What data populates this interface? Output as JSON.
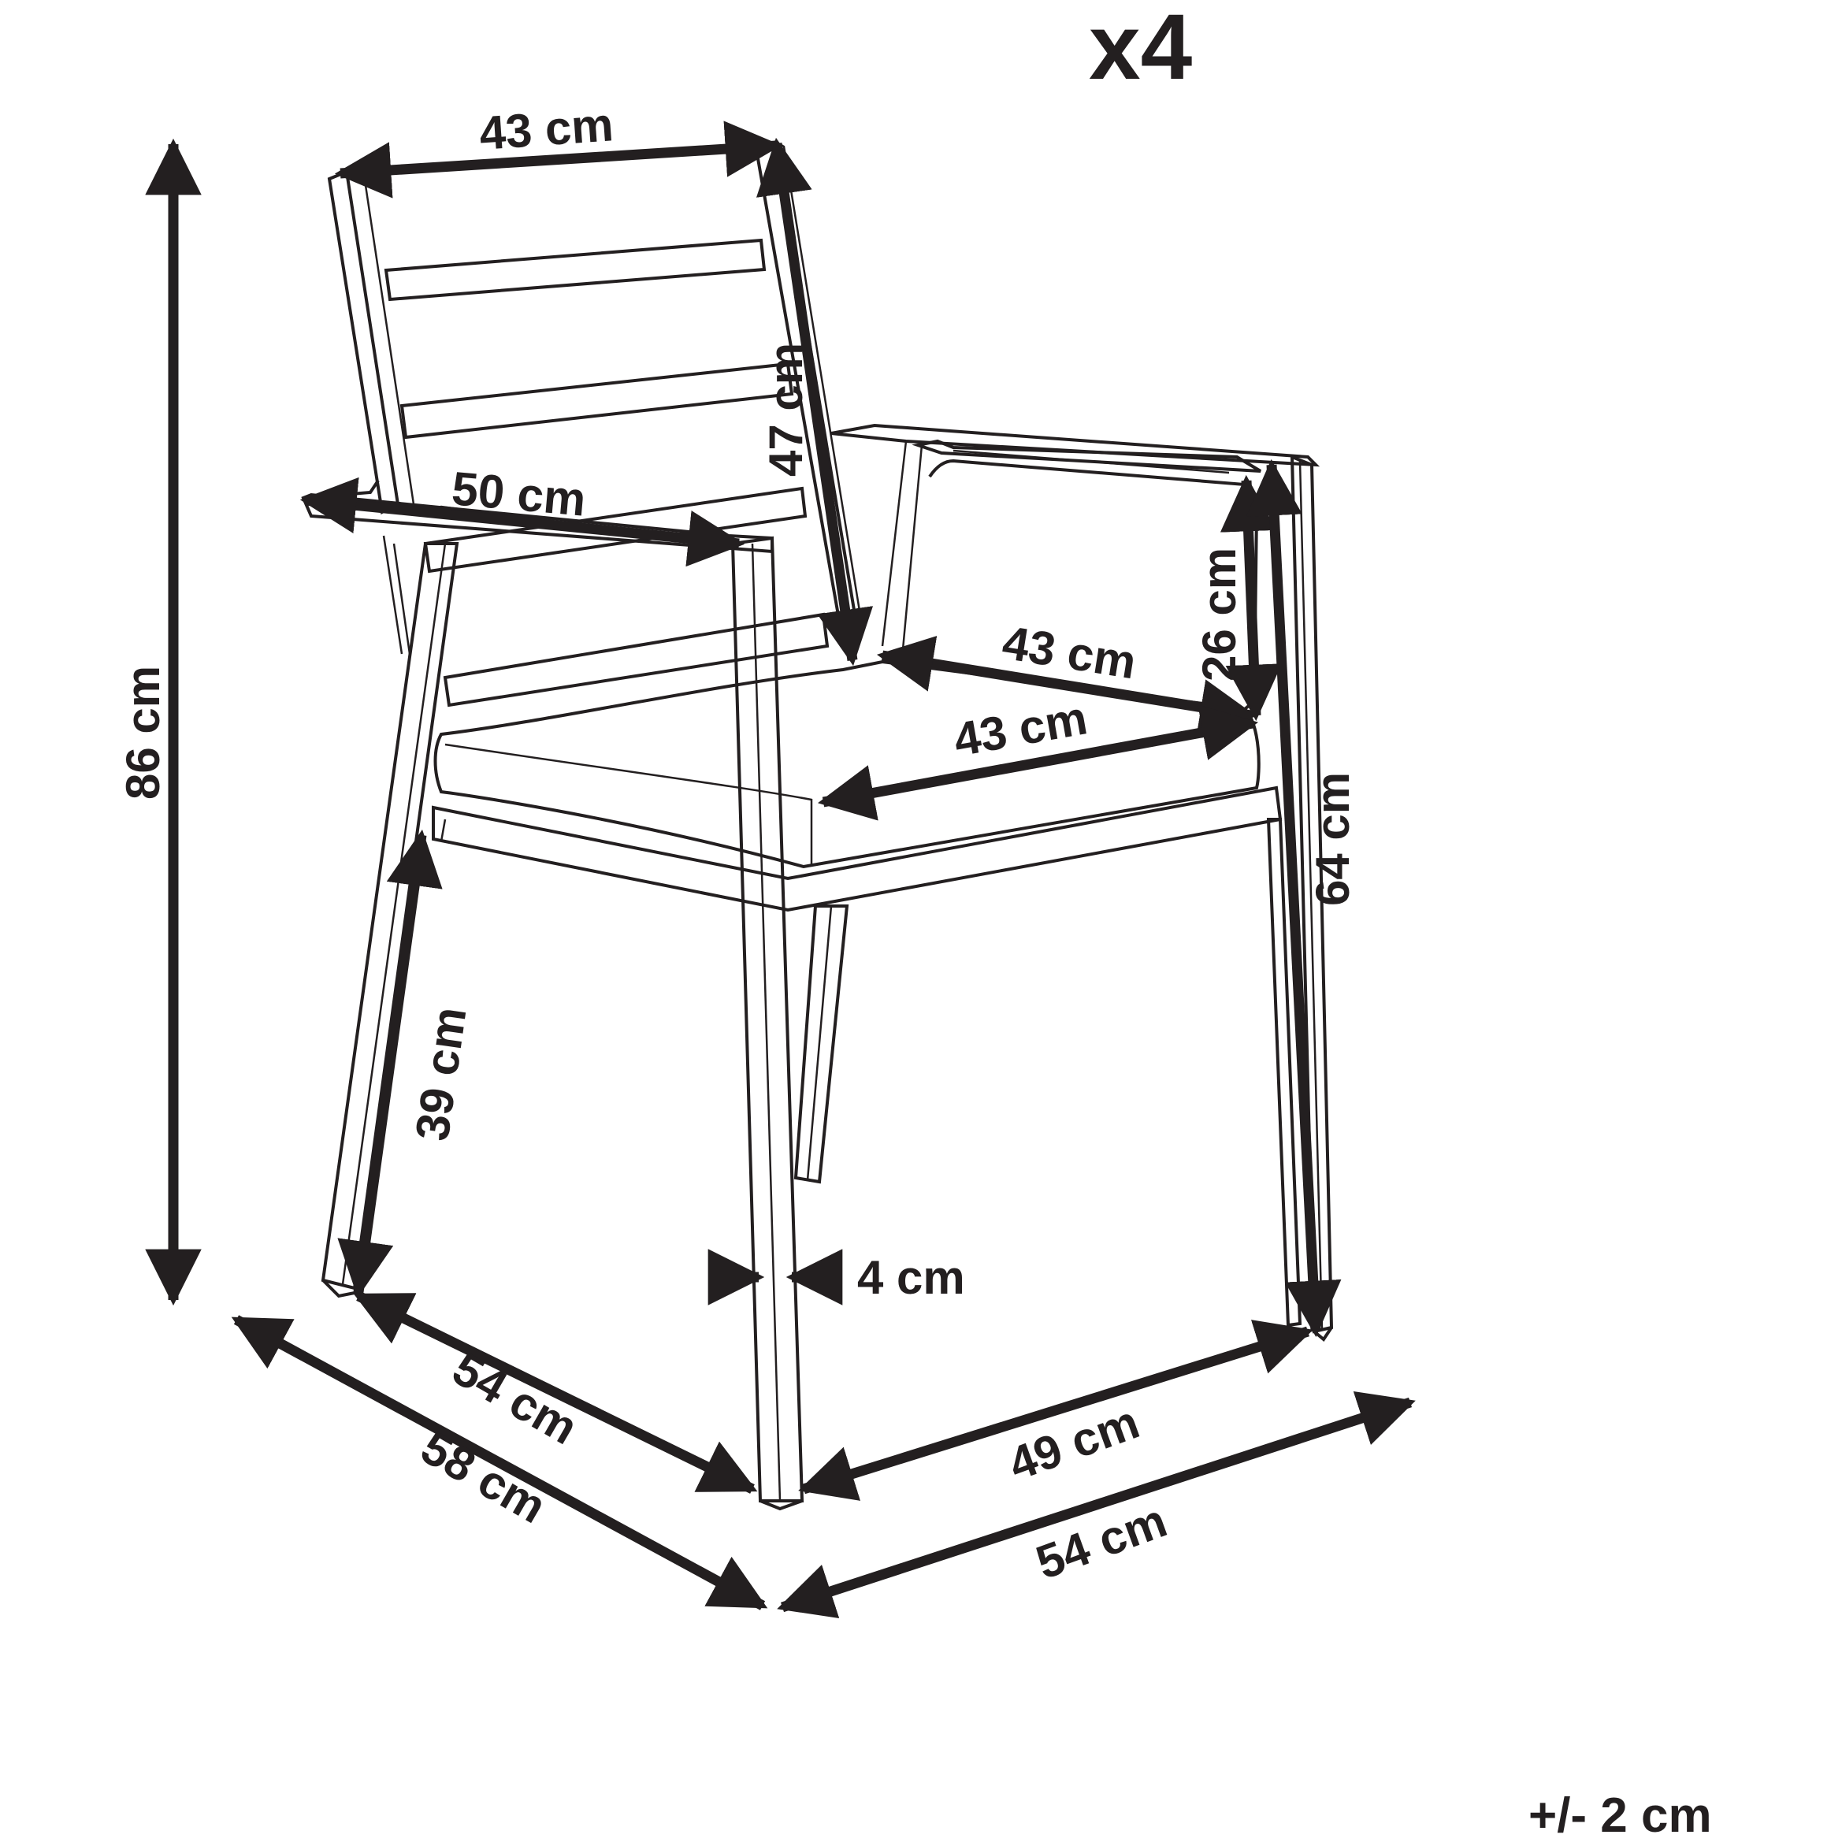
{
  "diagram": {
    "subject": "armchair",
    "quantity_label": "x4",
    "tolerance_label": "+/- 2 cm",
    "colors": {
      "ink": "#231f20",
      "background": "#ffffff"
    },
    "dimensions": {
      "backrest_width": "43 cm",
      "backrest_height": "47 cm",
      "total_height": "86 cm",
      "armrest_length": "50 cm",
      "seat_width": "43 cm",
      "seat_depth": "43 cm",
      "armrest_height_above_seat": "26 cm",
      "armrest_height": "64 cm",
      "seat_height": "39 cm",
      "leg_thickness": "4 cm",
      "inner_depth": "54 cm",
      "total_depth": "58 cm",
      "inner_width": "49 cm",
      "total_width": "54 cm"
    }
  }
}
